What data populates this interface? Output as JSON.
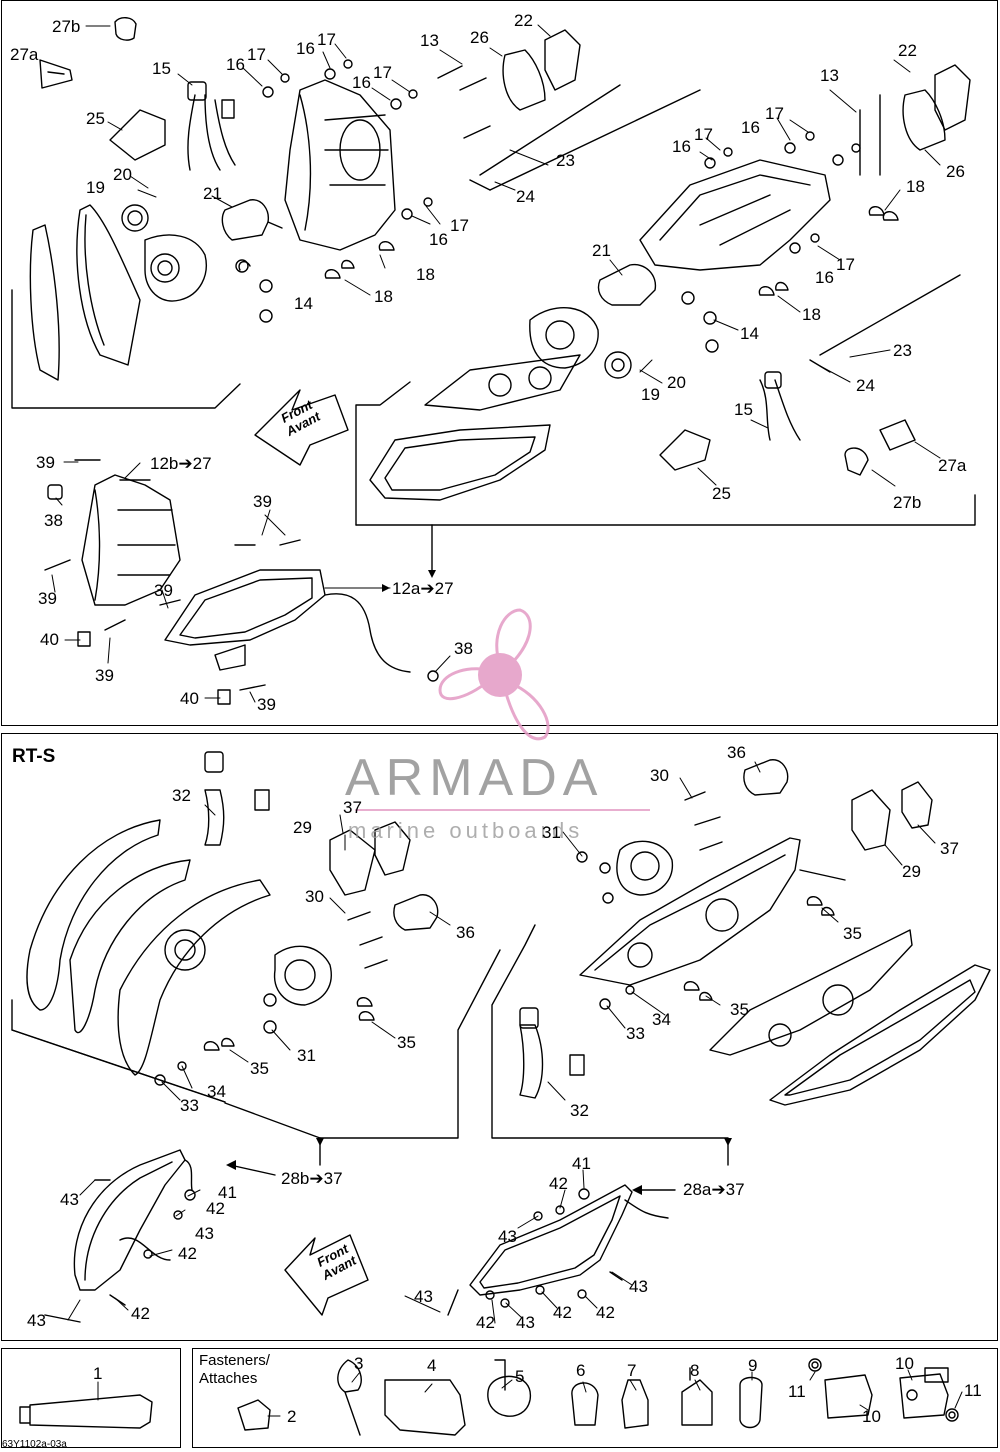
{
  "section_label": "RT-S",
  "front_arrow": {
    "en": "Front",
    "fr": "Avant"
  },
  "fasteners_label": {
    "en": "Fasteners/",
    "fr": "Attaches"
  },
  "drawing_code": "63Y1102a-03a",
  "watermark": {
    "title": "ARMADA",
    "subtitle": "marine outboards",
    "color": "#e39ac4"
  },
  "callouts": {
    "c_27b": "27b",
    "c_27a": "27a",
    "c_15": "15",
    "c_25": "25",
    "c_20": "20",
    "c_19": "19",
    "c_21": "21",
    "c_16a": "16",
    "c_17a": "17",
    "c_16b": "16",
    "c_17b": "17",
    "c_16c": "16",
    "c_17c": "17",
    "c_16d": "16",
    "c_17d": "17",
    "c_13a": "13",
    "c_26a": "26",
    "c_22a": "22",
    "c_23a": "23",
    "c_24a": "24",
    "c_18a": "18",
    "c_18b": "18",
    "c_14a": "14",
    "c_22b": "22",
    "c_13b": "13",
    "c_26b": "26",
    "c_17e": "17",
    "c_16e": "16",
    "c_17f": "17",
    "c_16f": "16",
    "c_18c": "18",
    "c_21b": "21",
    "c_16g": "16",
    "c_17g": "17",
    "c_18d": "18",
    "c_14b": "14",
    "c_23b": "23",
    "c_20b": "20",
    "c_19b": "19",
    "c_24b": "24",
    "c_15b": "15",
    "c_27a2": "27a",
    "c_25b": "25",
    "c_27b2": "27b",
    "c_39a": "39",
    "c_12b": "12b➔27",
    "c_38a": "38",
    "c_39b": "39",
    "c_39c": "39",
    "c_39d": "39",
    "c_40a": "40",
    "c_39e": "39",
    "c_12a": "12a➔27",
    "c_38b": "38",
    "c_40b": "40",
    "c_39f": "39",
    "c_32a": "32",
    "c_37a": "37",
    "c_29a": "29",
    "c_30a": "30",
    "c_36a": "36",
    "c_35a": "35",
    "c_31a": "31",
    "c_35b": "35",
    "c_34a": "34",
    "c_33a": "33",
    "c_36b": "36",
    "c_30b": "30",
    "c_31b": "31",
    "c_37b": "37",
    "c_29b": "29",
    "c_35c": "35",
    "c_35d": "35",
    "c_34b": "34",
    "c_33b": "33",
    "c_32b": "32",
    "c_28b": "28b➔37",
    "c_41a": "41",
    "c_43a": "43",
    "c_42a": "42",
    "c_43b": "43",
    "c_42b": "42",
    "c_42c": "42",
    "c_43c": "43",
    "c_41b": "41",
    "c_42d": "42",
    "c_28a": "28a➔37",
    "c_43d": "43",
    "c_43e": "43",
    "c_43f": "43",
    "c_42e": "42",
    "c_42f": "42",
    "c_43g": "43",
    "c_42g": "42",
    "c_1": "1",
    "c_2": "2",
    "c_3": "3",
    "c_4": "4",
    "c_5": "5",
    "c_6": "6",
    "c_7": "7",
    "c_8": "8",
    "c_9": "9",
    "c_10a": "10",
    "c_11a": "11",
    "c_10b": "10",
    "c_11b": "11"
  }
}
